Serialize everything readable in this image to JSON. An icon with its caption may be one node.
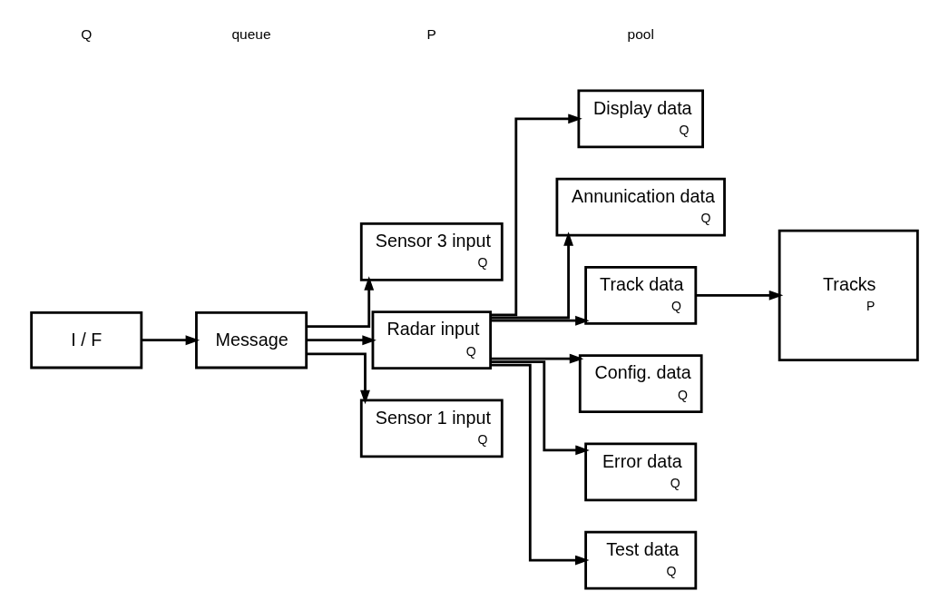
{
  "diagram": {
    "nodes": [
      {
        "text": [
          "I / F"
        ]
      },
      {
        "text": [
          "Message"
        ]
      },
      {
        "text": [
          "Sensor 3 input",
          "Q"
        ]
      },
      {
        "text": [
          "Radar input",
          "Q"
        ]
      },
      {
        "text": [
          "Sensor 1 input",
          "Q"
        ]
      },
      {
        "text": [
          "Display data",
          "Q"
        ]
      },
      {
        "text": [
          "Annunication data",
          "Q"
        ]
      },
      {
        "text": [
          "Track data",
          "Q"
        ]
      },
      {
        "text": [
          "Config. data",
          "Q"
        ]
      },
      {
        "text": [
          "Error data",
          "Q"
        ]
      },
      {
        "text": [
          "Test data",
          "Q"
        ]
      },
      {
        "text": [
          "Tracks",
          "P"
        ]
      }
    ],
    "edges": [
      {
        "from": 0,
        "to": 1,
        "arrow": "to"
      },
      {
        "from": 1,
        "to": 2,
        "arrow": "to"
      },
      {
        "from": 1,
        "to": 3,
        "arrow": "to"
      },
      {
        "from": 1,
        "to": 4,
        "arrow": "to"
      },
      {
        "from": 3,
        "to": 5,
        "arrow": "to"
      },
      {
        "from": 3,
        "to": 6,
        "arrow": "to"
      },
      {
        "from": 3,
        "to": 7,
        "arrow": "to"
      },
      {
        "from": 3,
        "to": 8,
        "arrow": "to"
      },
      {
        "from": 3,
        "to": 9,
        "arrow": "to"
      },
      {
        "from": 3,
        "to": 10,
        "arrow": "to"
      },
      {
        "from": 7,
        "to": 11,
        "arrow": "to"
      }
    ],
    "labels": [
      "Q",
      "queue",
      "P",
      "pool"
    ]
  }
}
